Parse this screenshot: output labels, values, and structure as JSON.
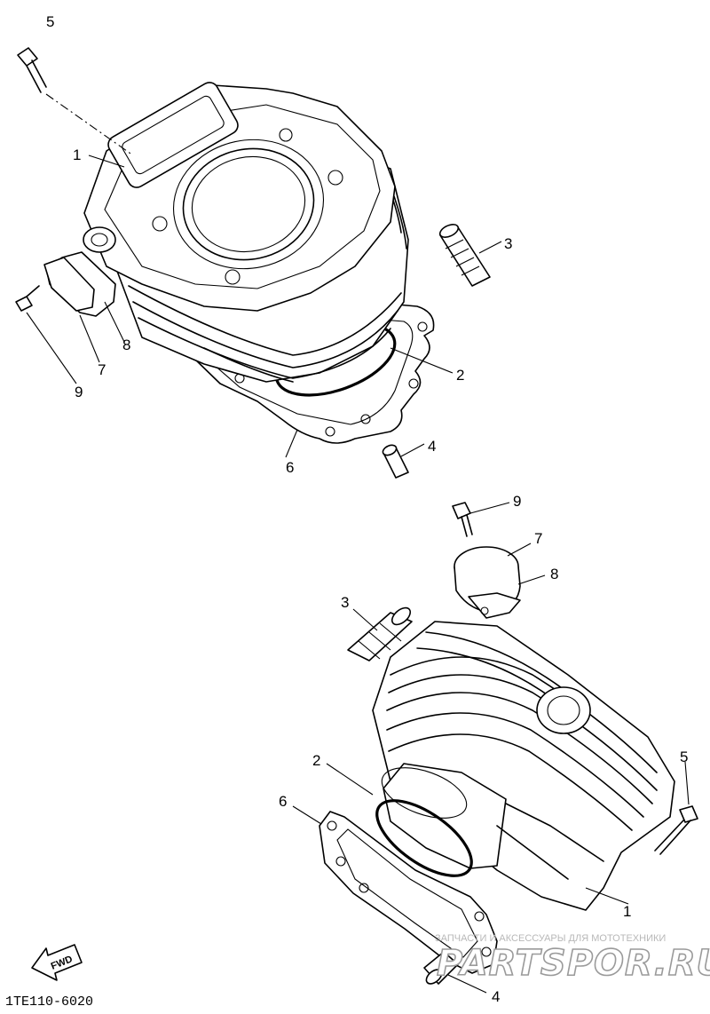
{
  "diagram": {
    "part_code": "1TE110-6020",
    "fwd_label": "FWD",
    "callouts_upper": [
      "1",
      "2",
      "3",
      "4",
      "5",
      "6",
      "7",
      "8",
      "9"
    ],
    "callouts_lower": [
      "1",
      "2",
      "3",
      "4",
      "5",
      "6",
      "7",
      "8",
      "9"
    ]
  },
  "watermark": {
    "caption": "ЗАПЧАСТИ И АКСЕССУАРЫ ДЛЯ МОТОТЕХНИКИ",
    "logo": "PARTSPOR.RU"
  }
}
